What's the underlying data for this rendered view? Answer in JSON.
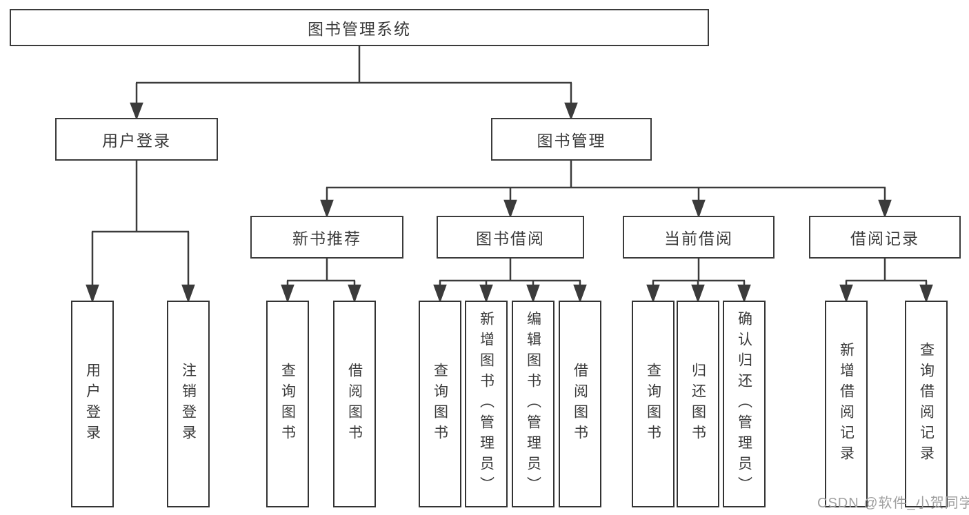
{
  "colors": {
    "line": "#3b3b3b",
    "text": "#3a3a3a",
    "box_background": "#ffffff",
    "watermark": "#9f9f9f"
  },
  "diagram": {
    "title": "图书管理系统",
    "level2": {
      "user_login": "用户登录",
      "book_management": "图书管理"
    },
    "level3": {
      "new_book_recommend": "新书推荐",
      "book_borrow": "图书借阅",
      "current_borrow": "当前借阅",
      "borrow_records": "借阅记录"
    },
    "leaves": {
      "user_login": [
        "用户登录",
        "注销登录"
      ],
      "new_book_recommend": [
        "查询图书",
        "借阅图书"
      ],
      "book_borrow": [
        "查询图书",
        "新增图书（管理员）",
        "编辑图书（管理员）",
        "借阅图书"
      ],
      "current_borrow": [
        "查询图书",
        "归还图书",
        "确认归还（管理员）"
      ],
      "borrow_records": [
        "新增借阅记录",
        "查询借阅记录"
      ]
    }
  },
  "watermark": "CSDN @软件_小贺同学"
}
